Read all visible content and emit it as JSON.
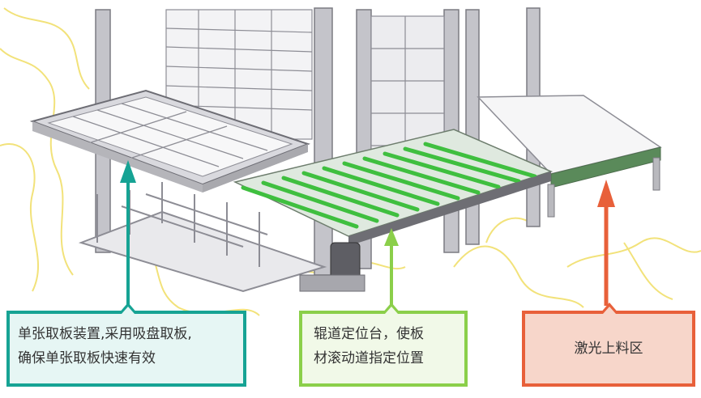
{
  "colors": {
    "teal": "#16a394",
    "green": "#8bcf4a",
    "orange": "#e8603a",
    "roller_green": "#3fbf3f",
    "sketch_yellow": "#f2e27a",
    "steel": "#b9b9be"
  },
  "callouts": {
    "single_sheet": {
      "line1": "单张取板装置,采用吸盘取板,",
      "line2": "确保单张取板快速有效"
    },
    "roller_table": {
      "line1": "辊道定位台，使板",
      "line2": "材滚动道指定位置"
    },
    "laser_loading": {
      "label": "激光上料区"
    }
  }
}
